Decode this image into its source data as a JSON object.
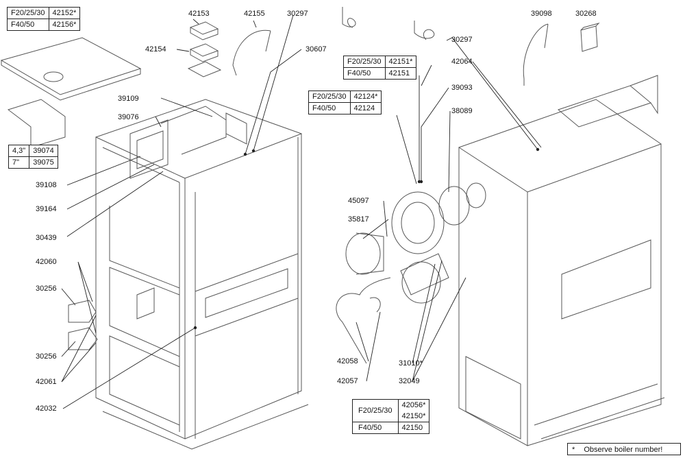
{
  "tables": {
    "t42152": [
      [
        "F20/25/30",
        "42152*"
      ],
      [
        "F40/50",
        "42156*"
      ]
    ],
    "t42151": [
      [
        "F20/25/30",
        "42151*"
      ],
      [
        "F40/50",
        "42151"
      ]
    ],
    "t42124": [
      [
        "F20/25/30",
        "42124*"
      ],
      [
        "F40/50",
        "42124"
      ]
    ],
    "t39074": [
      [
        "4,3\"",
        "39074"
      ],
      [
        "7\"",
        "39075"
      ]
    ],
    "t42056": {
      "row1_label": "F20/25/30",
      "row1_values": [
        "42056*",
        "42150*"
      ],
      "row2_label": "F40/50",
      "row2_value": "42150"
    }
  },
  "labels": {
    "p42153": "42153",
    "p42155": "42155",
    "p30297a": "30297",
    "p42154": "42154",
    "p30607": "30607",
    "p39109": "39109",
    "p39076": "39076",
    "p39108": "39108",
    "p39164": "39164",
    "p30439": "30439",
    "p42060": "42060",
    "p30256a": "30256",
    "p30256b": "30256",
    "p42061": "42061",
    "p42032": "42032",
    "p45097": "45097",
    "p35817": "35817",
    "p42058": "42058",
    "p42057": "42057",
    "p31010": "31010*",
    "p32049": "32049",
    "p39093": "39093",
    "p38089": "38089",
    "p30297b": "30297",
    "p42064": "42064",
    "p39098": "39098",
    "p30268": "30268"
  },
  "note": {
    "star": "*",
    "text": "Observe boiler number!"
  }
}
